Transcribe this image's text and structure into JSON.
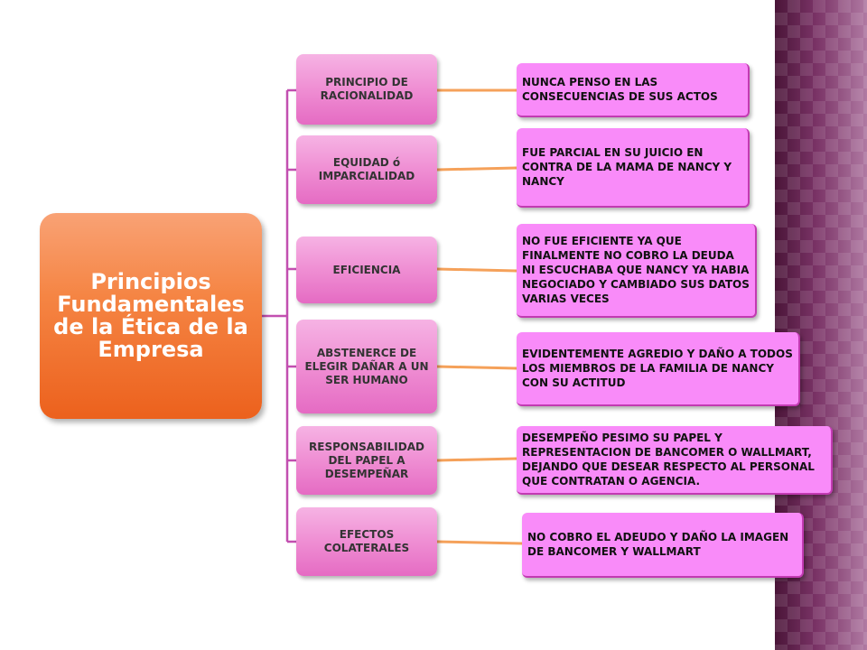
{
  "root": {
    "title": "Principios Fundamentales de la Ética de la Empresa"
  },
  "principles": [
    {
      "label": "PRINCIPIO DE RACIONALIDAD",
      "detail": "NUNCA PENSO EN LAS CONSECUENCIAS DE SUS ACTOS"
    },
    {
      "label": "EQUIDAD  ó IMPARCIALIDAD",
      "detail": "FUE PARCIAL EN SU JUICIO EN CONTRA DE LA MAMA DE NANCY Y NANCY"
    },
    {
      "label": "EFICIENCIA",
      "detail": "NO FUE EFICIENTE YA QUE FINALMENTE NO COBRO LA DEUDA NI ESCUCHABA QUE NANCY YA HABIA NEGOCIADO Y CAMBIADO SUS DATOS VARIAS VECES"
    },
    {
      "label": "ABSTENERCE DE ELEGIR DAÑAR A UN SER HUMANO",
      "detail": "EVIDENTEMENTE AGREDIO Y DAÑO A TODOS LOS MIEMBROS DE  LA FAMILIA DE NANCY CON SU ACTITUD"
    },
    {
      "label": "RESPONSABILIDAD DEL PAPEL A DESEMPEÑAR",
      "detail": "DESEMPEÑO PESIMO SU PAPEL Y REPRESENTACION DE BANCOMER O WALLMART, DEJANDO QUE DESEAR RESPECTO AL PERSONAL QUE CONTRATAN O AGENCIA."
    },
    {
      "label": "EFECTOS COLATERALES",
      "detail": "NO COBRO EL ADEUDO Y DAÑO LA IMAGEN DE BANCOMER Y WALLMART"
    }
  ],
  "colors": {
    "root_fill": "#f07a3c",
    "principle_fill": "#ef8ed3",
    "detail_fill": "#f98bf9",
    "branch_line": "#c24fb0",
    "detail_line": "#f5a15a",
    "side_strip": "#5a1e48"
  }
}
